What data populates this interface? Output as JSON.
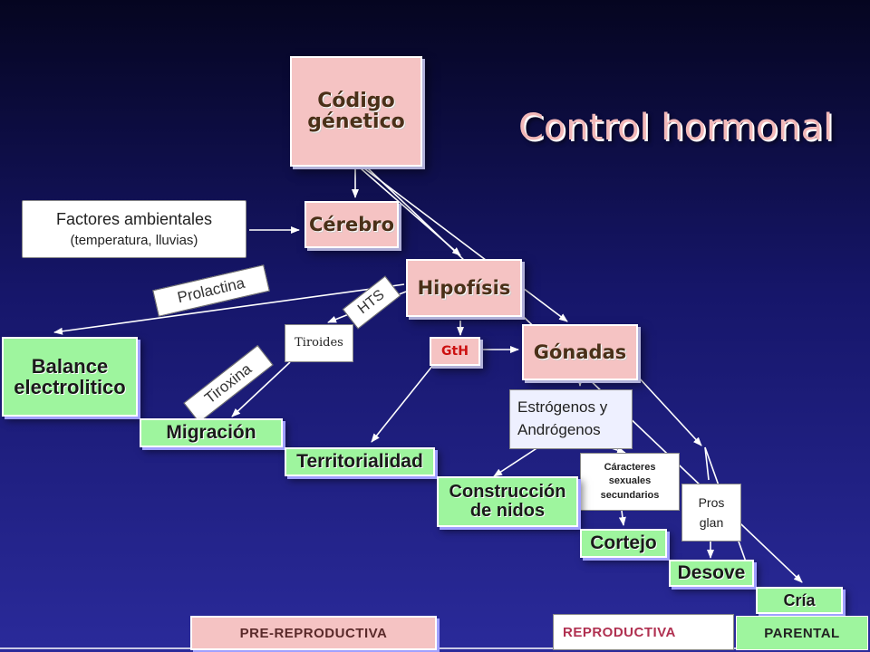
{
  "title": "Control hormonal",
  "nodes": {
    "codigo": "Código génetico",
    "cerebro": "Cérebro",
    "hipofisis": "Hipofísis",
    "gonadas": "Gónadas",
    "tiroides": "Tiroides",
    "gth": "GtH",
    "factores_line1": "Factores ambientales",
    "factores_line2": "(temperatura, lluvias)",
    "estrogenos": "Estrógenos y Andrógenos",
    "caracteres": "Cáracteres sexuales secundarios",
    "prosglan": "Pros glan"
  },
  "hormones": {
    "prolactina": "Prolactina",
    "hts": "HTS",
    "tiroxina": "Tiroxina"
  },
  "behaviors": {
    "balance": "Balance electrolitico",
    "migracion": "Migración",
    "territorialidad": "Territorialidad",
    "construccion": "Construcción de nidos",
    "cortejo": "Cortejo",
    "desove": "Desove",
    "cria": "Cría"
  },
  "phases": {
    "pre": "PRE-REPRODUCTIVA",
    "repro": "REPRODUCTIVA",
    "parental": "PARENTAL"
  },
  "colors": {
    "background": "#16166a",
    "node_fill": "#f5c3c3",
    "behavior_fill": "#9ef59e",
    "phase_pre_fill": "#f5c3c3",
    "phase_parental_fill": "#9ef59e",
    "arrow": "#ffffff"
  }
}
